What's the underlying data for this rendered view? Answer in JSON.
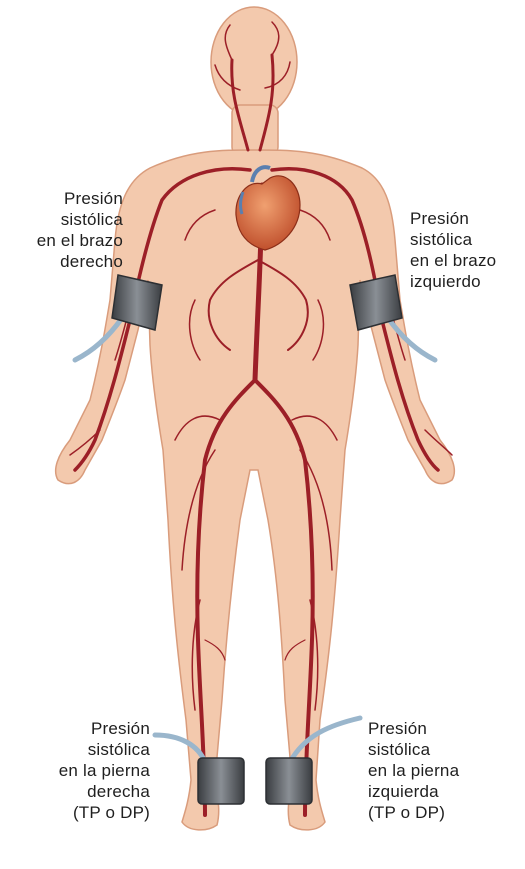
{
  "labels": {
    "right_arm": "Presión\nsistólica\nen el brazo\nderecho",
    "left_arm": "Presión\nsistólica\nen el brazo\nizquierdo",
    "right_leg": "Presión\nsistólica\nen la pierna\nderecha\n(TP o DP)",
    "left_leg": "Presión\nsistólica\nen la pierna\nizquierda\n(TP o DP)"
  },
  "colors": {
    "skin": "#f3c9ad",
    "skin_outline": "#d99c7c",
    "artery": "#9c1f27",
    "heart": "#d2613a",
    "cuff": "#55595e",
    "tube": "#9ab6cc"
  }
}
